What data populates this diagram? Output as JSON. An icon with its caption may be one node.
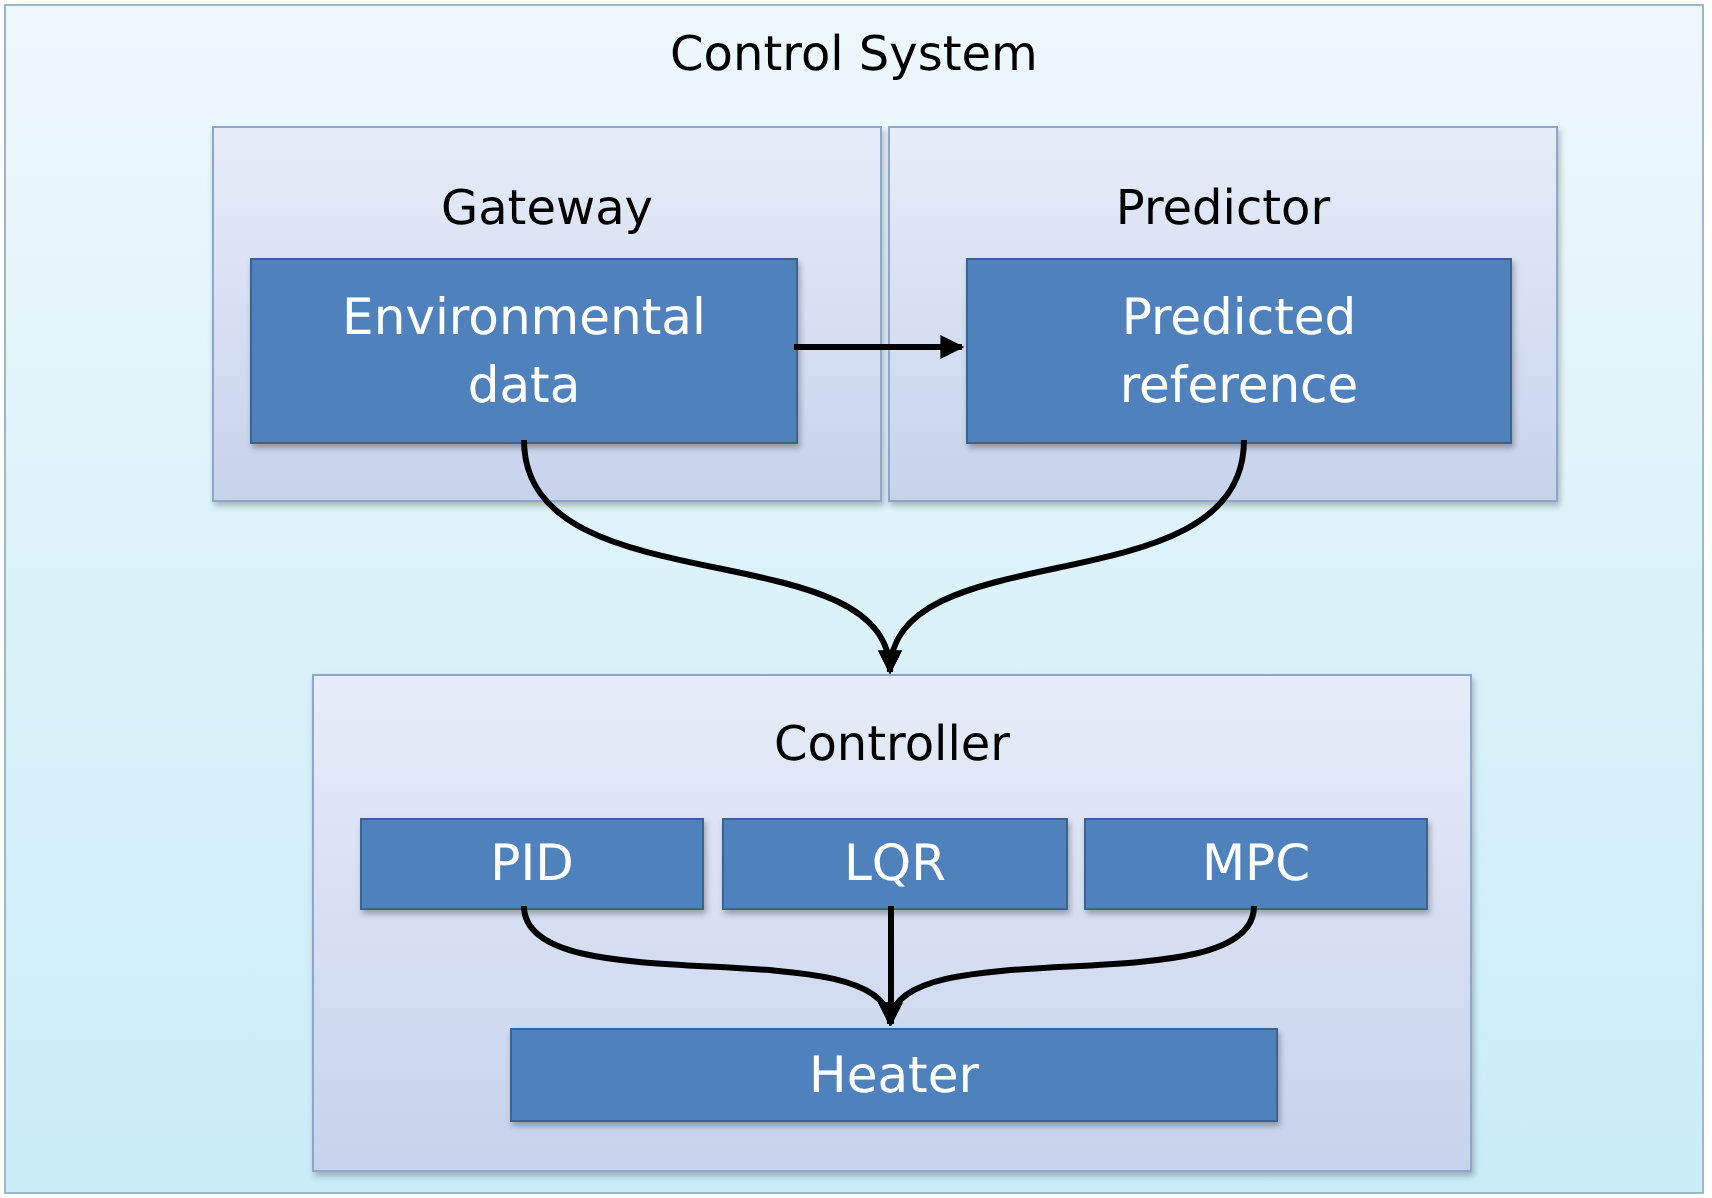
{
  "diagram": {
    "nodes": [
      {
        "text": [
          "Control System"
        ]
      },
      {
        "text": [
          "Gateway"
        ],
        "in": 0
      },
      {
        "text": [
          "Predictor"
        ],
        "in": 0
      },
      {
        "text": [
          "Environmental data"
        ],
        "in": 1
      },
      {
        "text": [
          "Predicted reference"
        ],
        "in": 2
      },
      {
        "text": [
          "Controller"
        ],
        "in": 0
      },
      {
        "text": [
          "PID"
        ],
        "in": 5
      },
      {
        "text": [
          "LQR"
        ],
        "in": 5
      },
      {
        "text": [
          "MPC"
        ],
        "in": 5
      },
      {
        "text": [
          "Heater"
        ],
        "in": 5
      }
    ],
    "edges": [
      {
        "from": 3,
        "to": 4,
        "arrow": "to"
      },
      {
        "from": 3,
        "to": 5,
        "arrow": "to"
      },
      {
        "from": 4,
        "to": 5,
        "arrow": "to"
      },
      {
        "from": 6,
        "to": 9,
        "arrow": "to"
      },
      {
        "from": 7,
        "to": 9,
        "arrow": "to"
      },
      {
        "from": 8,
        "to": 9,
        "arrow": "to"
      }
    ]
  }
}
